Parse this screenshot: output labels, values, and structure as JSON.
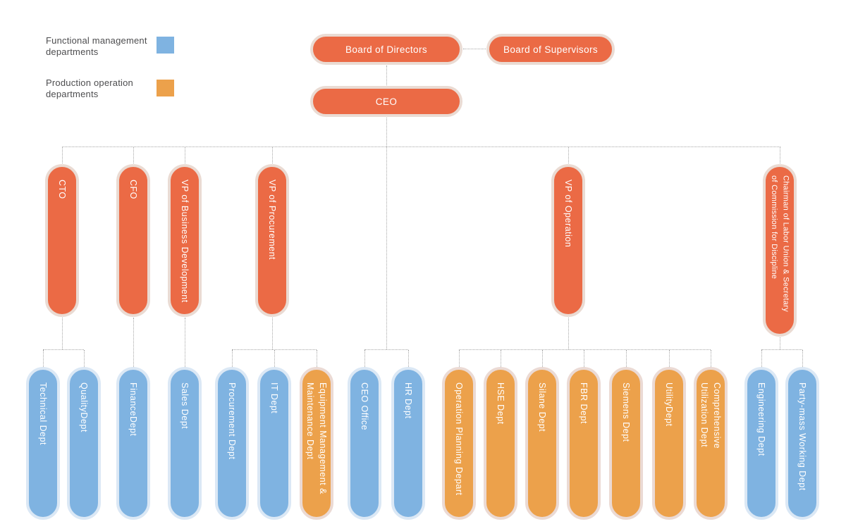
{
  "title": "Company Organization Chart",
  "legend": {
    "items": [
      {
        "label": "Functional management departments",
        "color": "#7FB3E1"
      },
      {
        "label": "Production operation departments",
        "color": "#ECA14B"
      }
    ]
  },
  "top": {
    "board_of_directors": "Board of Directors",
    "board_of_supervisors": "Board of Supervisors",
    "ceo": "CEO"
  },
  "executives": [
    {
      "label": "CTO"
    },
    {
      "label": "CFO"
    },
    {
      "label": "VP of Business Development"
    },
    {
      "label": "VP of Procurement"
    },
    {
      "label": "VP of Operation"
    },
    {
      "label": "Chairman of Labor Union & Secretary\nof Commission for Discipline"
    }
  ],
  "departments": [
    {
      "label": "Technical Dept",
      "type": "functional"
    },
    {
      "label": "QualityDept",
      "type": "functional"
    },
    {
      "label": "FinanceDept",
      "type": "functional"
    },
    {
      "label": "Sales Dept",
      "type": "functional"
    },
    {
      "label": "Procurement Dept",
      "type": "functional"
    },
    {
      "label": "IT Dept",
      "type": "functional"
    },
    {
      "label": "Equipment Management &\nMaintenance Dept",
      "type": "production"
    },
    {
      "label": "CEO Office",
      "type": "functional"
    },
    {
      "label": "HR Dept",
      "type": "functional"
    },
    {
      "label": "Operation Planning Depart",
      "type": "production"
    },
    {
      "label": "HSE Dept",
      "type": "production"
    },
    {
      "label": "Silane Dept",
      "type": "production"
    },
    {
      "label": "FBR Dept",
      "type": "production"
    },
    {
      "label": "Siemens Dept",
      "type": "production"
    },
    {
      "label": "UtilityDept",
      "type": "production"
    },
    {
      "label": "Comprehensive\nUtilization Dept",
      "type": "production"
    },
    {
      "label": "Engineering Dept",
      "type": "functional"
    },
    {
      "label": "Party-mass Working Dept",
      "type": "functional"
    }
  ],
  "colors": {
    "executive_node": "#EB6A45",
    "executive_ring": "#EADBD3",
    "functional_dept": "#7FB3E1",
    "functional_ring": "#DBE8F5",
    "production_dept": "#ECA14B",
    "production_ring": "#EBDAD4",
    "connector_line": "#A6A6A6",
    "legend_text": "#4D4D4F",
    "node_text": "#FFFFFF"
  }
}
